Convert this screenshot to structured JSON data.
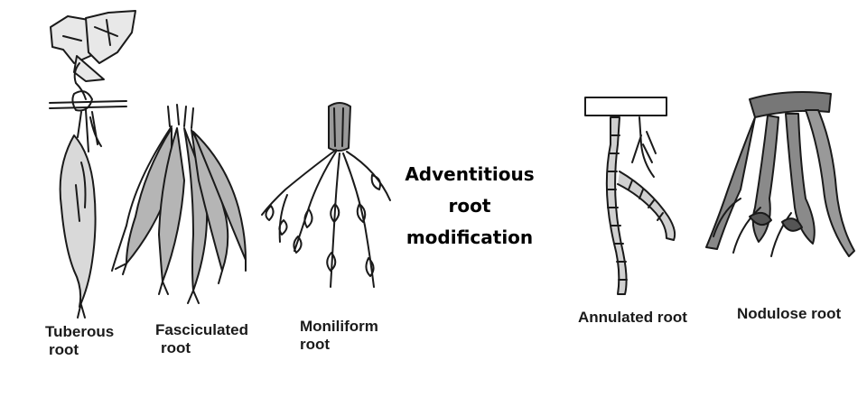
{
  "center_title": {
    "line1": "Adventitious",
    "line2": "root",
    "line3": "modification"
  },
  "roots": [
    {
      "id": "tuberous",
      "label_lines": [
        "Tuberous",
        "root"
      ]
    },
    {
      "id": "fasciculated",
      "label_lines": [
        "Fasciculated",
        "root"
      ]
    },
    {
      "id": "moniliform",
      "label_lines": [
        "Moniliform",
        "root"
      ]
    },
    {
      "id": "annulated",
      "label_lines": [
        "Annulated root"
      ]
    },
    {
      "id": "nodulose",
      "label_lines": [
        "Nodulose root"
      ]
    }
  ],
  "colors": {
    "ink": "#1a1a1a",
    "fill_gray": "#b5b5b5",
    "background": "#ffffff"
  }
}
